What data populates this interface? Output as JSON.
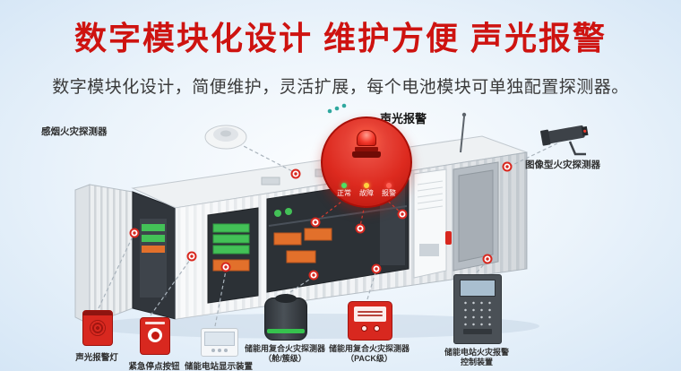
{
  "header": {
    "title": "数字模块化设计 维护方便 声光报警",
    "subtitle": "数字模块化设计，简便维护，灵活扩展，每个电池模块可单独配置探测器。"
  },
  "callouts": {
    "smoke_detector": "感烟火灾探测器",
    "sound_light_alarm": "声光报警",
    "image_fire_detector": "图像型火灾探测器",
    "alarm_lamp": "声光报警灯",
    "emergency_stop_button": "紧急停点按钮",
    "station_display": "储能电站显示装置",
    "composite_detector_cabin": {
      "line1": "储能用复合火灾探测器",
      "line2": "（舱/簇级）"
    },
    "composite_detector_pack": {
      "line1": "储能用复合火灾探测器",
      "line2": "（PACK级）"
    },
    "alarm_control_device": {
      "line1": "储能电站火灾报警",
      "line2": "控制装置"
    }
  },
  "alarm_panel": {
    "statuses": [
      {
        "label": "正常",
        "color": "#4ce264"
      },
      {
        "label": "故障",
        "color": "#ffd23e"
      },
      {
        "label": "报警",
        "color": "#ff6054"
      }
    ]
  },
  "colors": {
    "title_red": "#ce1310",
    "alarm_red": "#d8281f",
    "background_blue": "#d5e6f6",
    "pin_red": "#d8281f",
    "dot_teal": "#2fa89f"
  }
}
